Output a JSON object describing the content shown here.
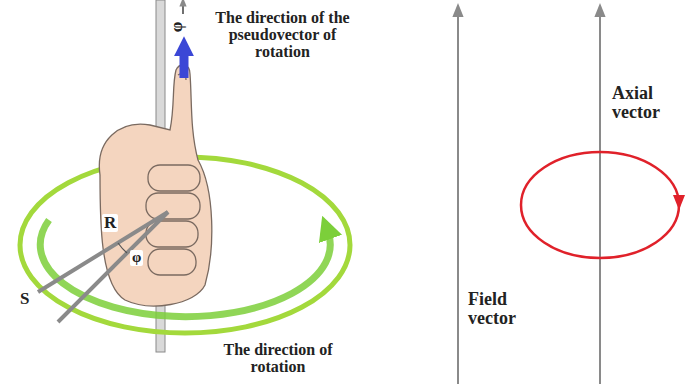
{
  "diagram": {
    "labels": [
      "φ",
      "The direction of the pseudovector of rotation",
      "R",
      "φ",
      "S",
      "The direction of rotation",
      "Field vector",
      "Axial vector"
    ]
  }
}
